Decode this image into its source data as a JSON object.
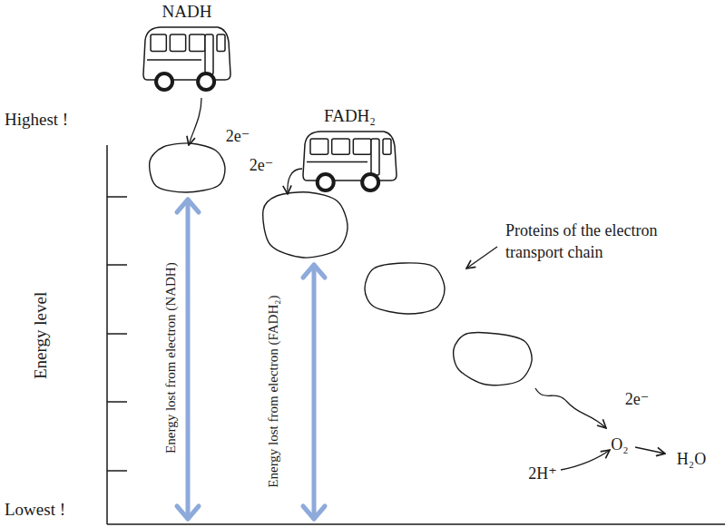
{
  "diagram": {
    "nodes": [
      {
        "text": [
          "NADH"
        ]
      },
      {
        "text": [
          "FADH₂"
        ]
      }
    ],
    "labels": [
      "Highest !",
      "Energy level",
      "Lowest !",
      "2e⁻",
      "2e⁻",
      "Energy lost from electron (NADH)",
      "Energy lost from electron (FADH₂)",
      "Proteins of the electron transport chain",
      "2e⁻",
      "O₂",
      "2H⁺",
      "H₂O"
    ]
  }
}
